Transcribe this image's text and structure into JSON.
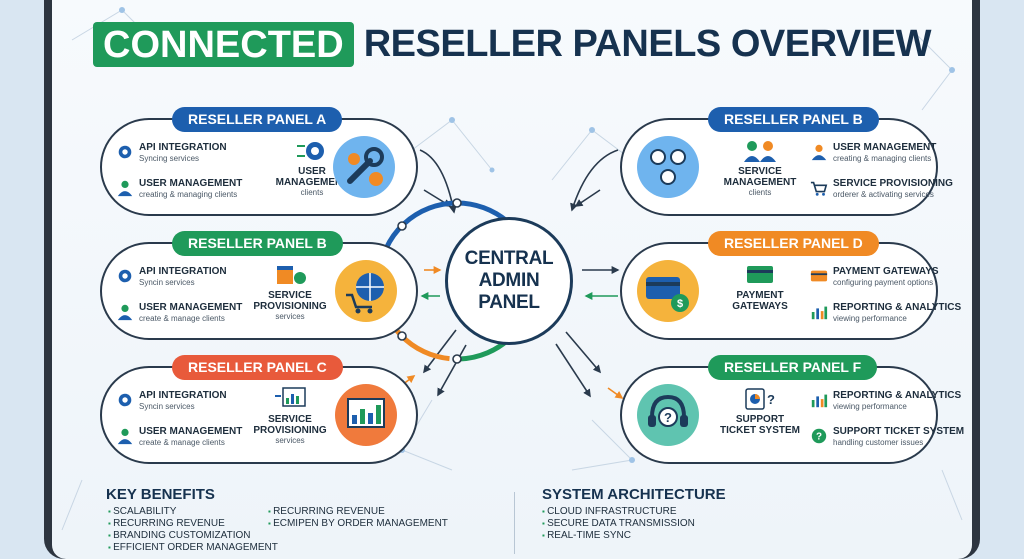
{
  "title": {
    "highlight": "CONNECTED",
    "rest": "RESELLER PANELS OVERVIEW"
  },
  "colors": {
    "green": "#1f9a5a",
    "blue": "#1d5fae",
    "orange": "#f08a24",
    "red": "#e85a3b",
    "navy": "#16324f"
  },
  "central": {
    "line1": "CENTRAL",
    "line2": "ADMIN",
    "line3": "PANEL"
  },
  "panels": {
    "a": {
      "tag": "RESELLER PANEL A",
      "item1_label": "API INTEGRATION",
      "item1_sub": "Syncing services",
      "item2_label": "USER MANAGEMENT",
      "item2_sub": "creating & managing clients",
      "mid_l1": "USER",
      "mid_l2": "MANAGEMENT",
      "mid_sub": "clients",
      "big_icon": "wrench-gears-icon"
    },
    "b_left": {
      "tag": "RESELLER PANEL B",
      "item1_label": "API INTEGRATION",
      "item1_sub": "Syncin services",
      "item2_label": "USER MANAGEMENT",
      "item2_sub": "create & manage clients",
      "mid_l1": "SERVICE",
      "mid_l2": "PROVISIONING",
      "mid_sub": "services",
      "big_icon": "globe-cart-icon"
    },
    "c": {
      "tag": "RESELLER PANEL C",
      "item1_label": "API INTEGRATION",
      "item1_sub": "Syncin services",
      "item2_label": "USER MANAGEMENT",
      "item2_sub": "create & manage clients",
      "mid_l1": "SERVICE",
      "mid_l2": "PROVISIONING",
      "mid_sub": "services",
      "big_icon": "analytics-screen-icon"
    },
    "b_right": {
      "tag": "RESELLER PANEL B",
      "mid_l1": "SERVICE",
      "mid_l2": "MANAGEMENT",
      "mid_sub": "clients",
      "item1_label": "USER MANAGEMENT",
      "item1_sub": "creating & managing clients",
      "item2_label": "SERVICE PROVISIONING",
      "item2_sub": "orderer & activating services",
      "big_icon": "users-group-icon"
    },
    "d": {
      "tag": "RESELLER PANEL D",
      "mid_l1": "PAYMENT",
      "mid_l2": "GATEWAYS",
      "mid_sub": "",
      "item1_label": "PAYMENT GATEWAYS",
      "item1_sub": "configuring payment options",
      "item2_label": "REPORTING & ANALYTICS",
      "item2_sub": "viewing performance",
      "big_icon": "credit-card-icon"
    },
    "f": {
      "tag": "RESELLER PANEL F",
      "mid_l1": "SUPPORT",
      "mid_l2": "TICKET SYSTEM",
      "mid_sub": "",
      "item1_label": "REPORTING & ANALYTICS",
      "item1_sub": "viewing performance",
      "item2_label": "SUPPORT TICKET SYSTEM",
      "item2_sub": "handling customer issues",
      "big_icon": "support-headset-icon"
    }
  },
  "benefits": {
    "title": "KEY BENEFITS",
    "col1": [
      "SCALABILITY",
      "RECURRING REVENUE",
      "BRANDING CUSTOMIZATION",
      "EFFICIENT ORDER MANAGEMENT"
    ],
    "col2": [
      "RECURRING REVENUE",
      "ECMIPEN BY ORDER MANAGEMENT"
    ]
  },
  "architecture": {
    "title": "SYSTEM ARCHITECTURE",
    "items": [
      "CLOUD INFRASTRUCTURE",
      "SECURE DATA TRANSMISSION",
      "REAL-TIME SYNC"
    ]
  }
}
